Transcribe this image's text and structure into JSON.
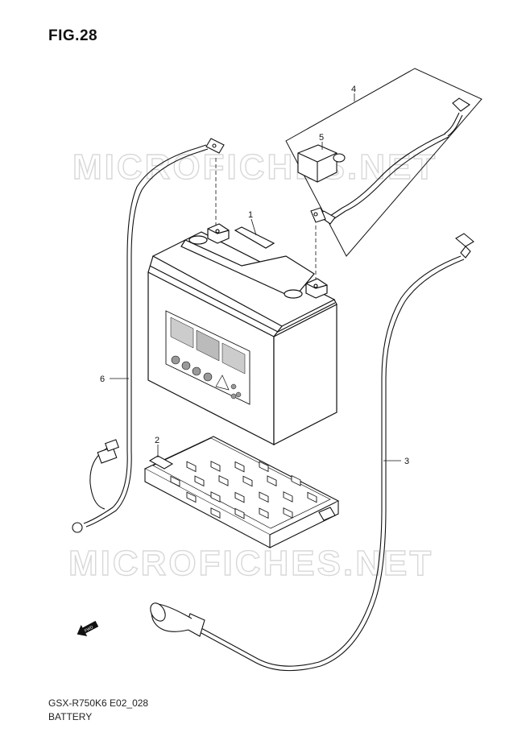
{
  "figure": {
    "title": "FIG.28"
  },
  "watermark": {
    "text": "MICROFICHES.NET"
  },
  "callouts": [
    "1",
    "2",
    "3",
    "4",
    "5",
    "6"
  ],
  "fwd_arrow": {
    "label": "FWD"
  },
  "footer": {
    "model_code": "GSX-R750K6 E02_028",
    "section_name": "BATTERY"
  }
}
